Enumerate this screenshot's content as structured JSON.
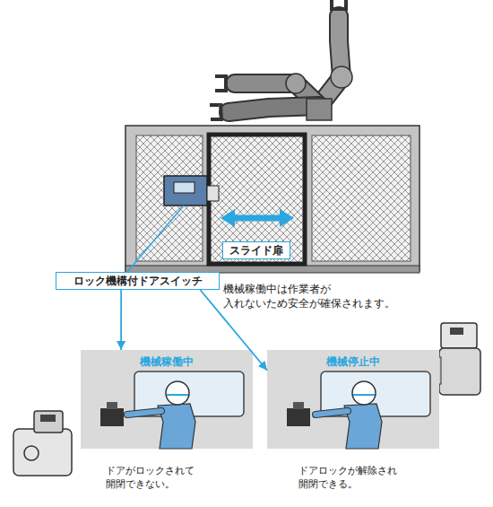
{
  "diagram": {
    "nodes": [
      {
        "text": [
          "スライド扉"
        ]
      },
      {
        "text": [
          "ロック機構付ドアスイッチ"
        ]
      },
      {
        "text": [
          "機械稼働中",
          "ドアがロックされて 開閉できない。"
        ]
      },
      {
        "text": [
          "機械停止中",
          "ドアロックが解除され 開閉できる。"
        ]
      }
    ],
    "edges": [
      {
        "from": 1,
        "to": 2,
        "arrow": "to"
      },
      {
        "from": 1,
        "to": 3,
        "arrow": "to"
      }
    ],
    "labels": [
      "機械稼働中は作業者が 入れないため安全が確保されます。"
    ]
  }
}
